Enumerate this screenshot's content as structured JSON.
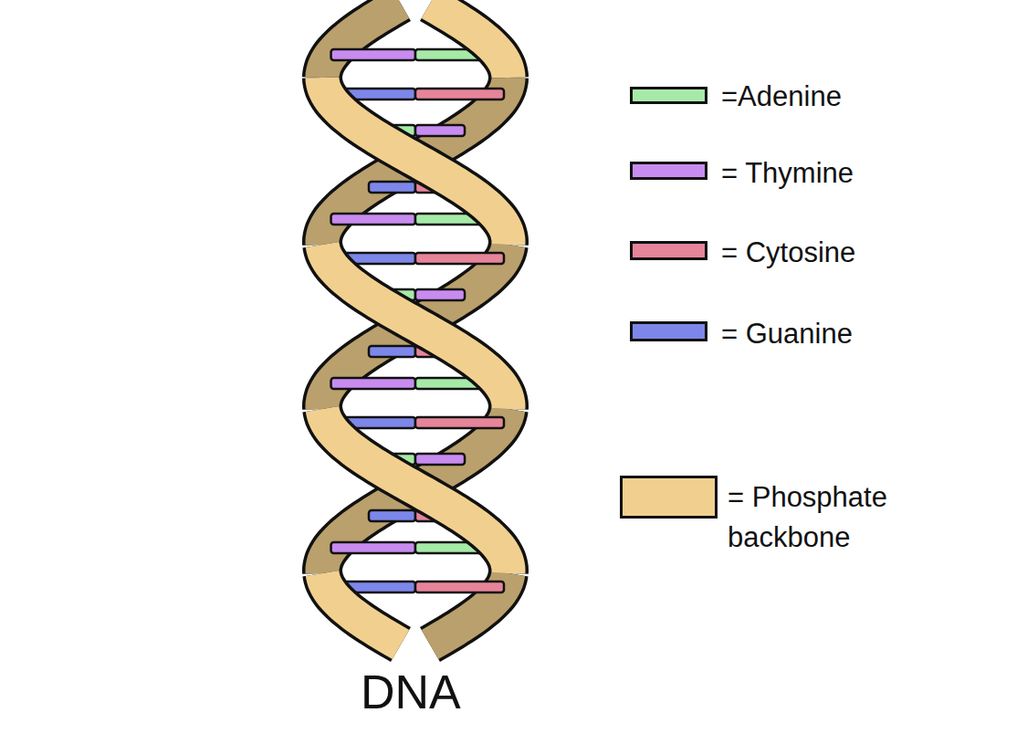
{
  "diagram": {
    "caption": "DNA",
    "legend": [
      {
        "text": "=Adenine",
        "color": "#a6eaa8"
      },
      {
        "text": "= Thymine",
        "color": "#c88cf0"
      },
      {
        "text": "= Cytosine",
        "color": "#e6849a"
      },
      {
        "text": "= Guanine",
        "color": "#7d87ea"
      },
      {
        "text": "= Phosphate backbone",
        "color": "#f1d08f"
      }
    ]
  }
}
